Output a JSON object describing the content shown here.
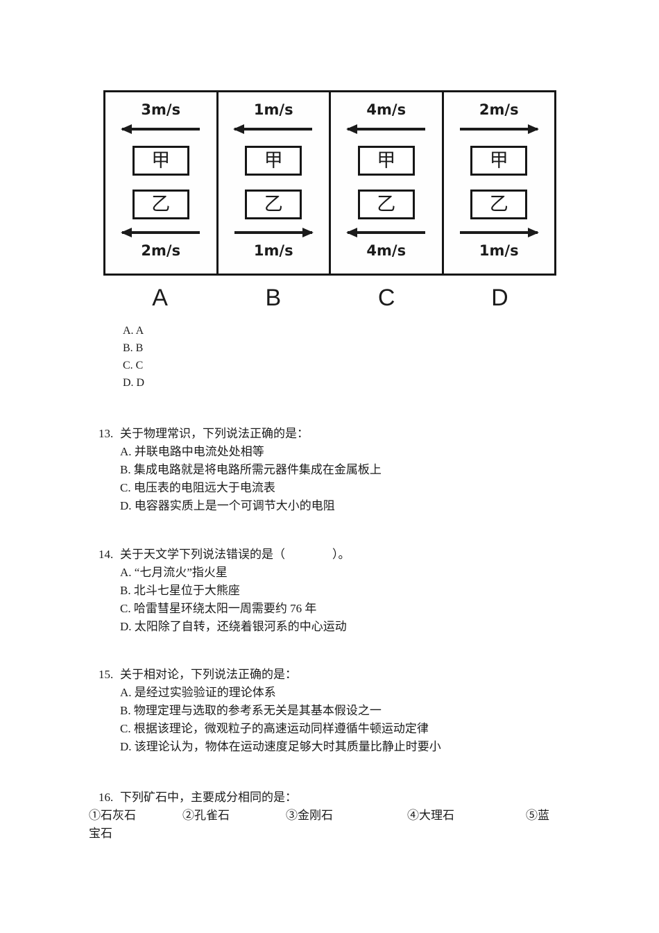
{
  "page": {
    "background_color": "#ffffff",
    "text_color": "#1b1b1b"
  },
  "figure": {
    "description_colors": {
      "border": "#161616",
      "arrow": "#1b1b1b"
    },
    "panels": [
      {
        "label": "A",
        "top": {
          "speed": "3m/s",
          "direction": "left"
        },
        "upper_box": "甲",
        "lower_box": "乙",
        "bottom": {
          "speed": "2m/s",
          "direction": "left"
        }
      },
      {
        "label": "B",
        "top": {
          "speed": "1m/s",
          "direction": "left"
        },
        "upper_box": "甲",
        "lower_box": "乙",
        "bottom": {
          "speed": "1m/s",
          "direction": "right"
        }
      },
      {
        "label": "C",
        "top": {
          "speed": "4m/s",
          "direction": "left"
        },
        "upper_box": "甲",
        "lower_box": "乙",
        "bottom": {
          "speed": "4m/s",
          "direction": "left"
        }
      },
      {
        "label": "D",
        "top": {
          "speed": "2m/s",
          "direction": "right"
        },
        "upper_box": "甲",
        "lower_box": "乙",
        "bottom": {
          "speed": "1m/s",
          "direction": "right"
        }
      }
    ]
  },
  "answer_options": [
    "A. A",
    "B. B",
    "C. C",
    "D. D"
  ],
  "questions": [
    {
      "number": "13.",
      "stem": "关于物理常识，下列说法正确的是：",
      "options": [
        "A. 并联电路中电流处处相等",
        "B. 集成电路就是将电路所需元器件集成在金属板上",
        "C. 电压表的电阻远大于电流表",
        "D. 电容器实质上是一个可调节大小的电阻"
      ]
    },
    {
      "number": "14.",
      "stem": "关于天文学下列说法错误的是（　　　　）。",
      "options": [
        "A. “七月流火”指火星",
        "B. 北斗七星位于大熊座",
        "C. 哈雷彗星环绕太阳一周需要约 76 年",
        "D. 太阳除了自转，还绕着银河系的中心运动"
      ]
    },
    {
      "number": "15.",
      "stem": "关于相对论，下列说法正确的是：",
      "options": [
        "A. 是经过实验验证的理论体系",
        "B. 物理定理与选取的参考系无关是其基本假设之一",
        "C. 根据该理论，微观粒子的高速运动同样遵循牛顿运动定律",
        "D. 该理论认为，物体在运动速度足够大时其质量比静止时要小"
      ]
    }
  ],
  "question16": {
    "number": "16.",
    "stem": "下列矿石中，主要成分相同的是：",
    "items": [
      "①石灰石",
      "②孔雀石",
      "③金刚石",
      "④大理石",
      "⑤蓝"
    ],
    "wrap_line": "宝石"
  }
}
